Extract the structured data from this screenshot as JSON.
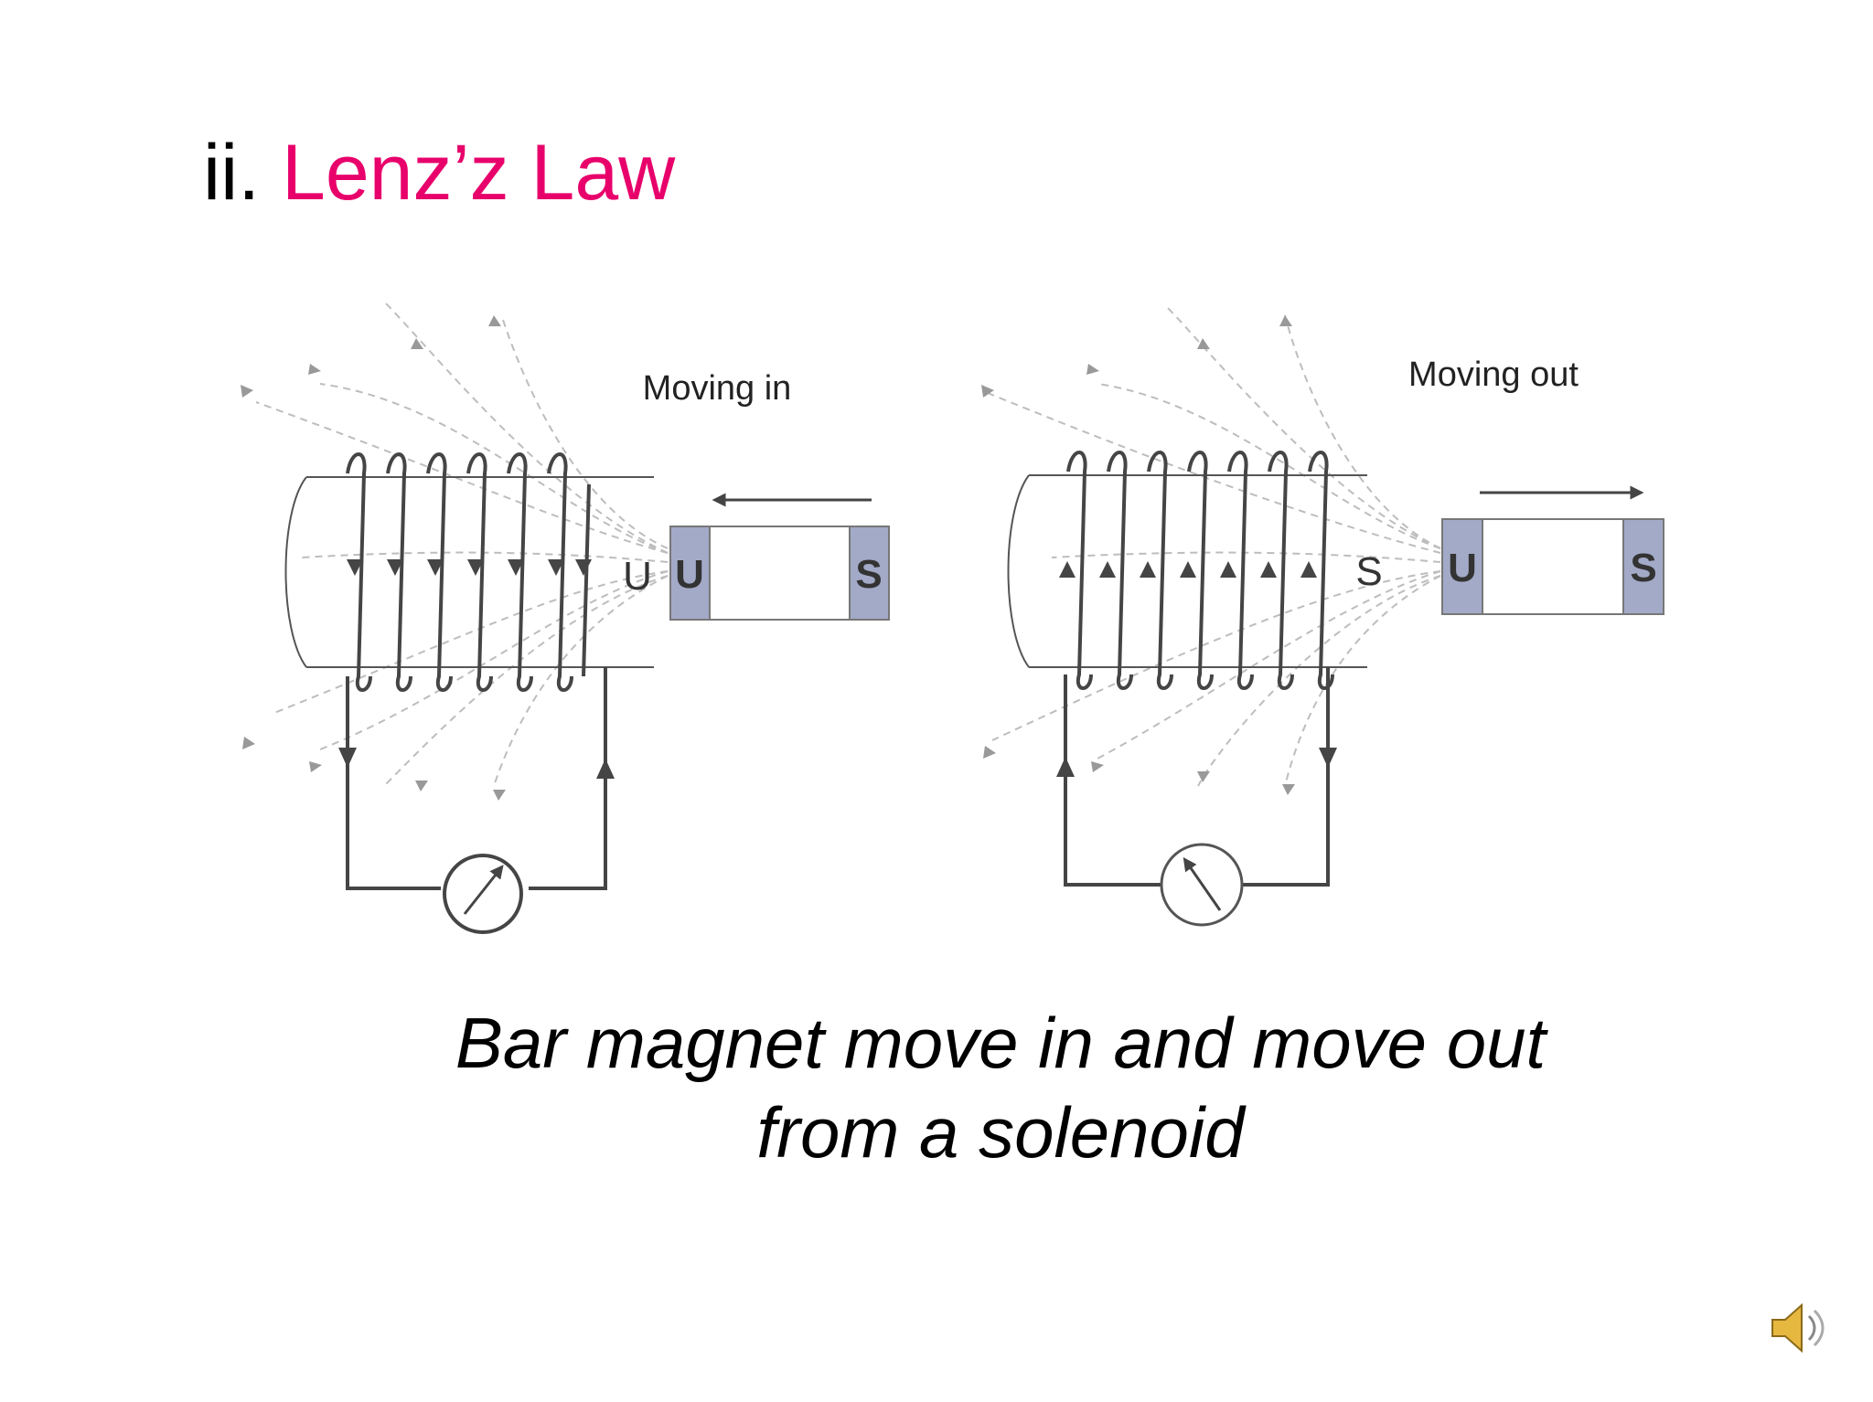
{
  "slide": {
    "title_numeral": "ii.",
    "title_text": "Lenz’z Law",
    "title_accent_color": "#e8006b",
    "caption_line1": "Bar magnet move in and move out",
    "caption_line2": "from a solenoid"
  },
  "diagram": {
    "left_panel": {
      "label": "Moving in",
      "magnet_pole_near": "U",
      "magnet_pole_far": "S",
      "induced_pole": "U",
      "motion_arrow": "left"
    },
    "right_panel": {
      "label": "Moving out",
      "magnet_pole_near": "U",
      "magnet_pole_far": "S",
      "induced_pole": "S",
      "motion_arrow": "right"
    },
    "colors": {
      "wire": "#454545",
      "pole_fill": "#a3aac8",
      "field_lines": "#bdbdbd"
    }
  },
  "speaker_icon": "speaker-icon"
}
